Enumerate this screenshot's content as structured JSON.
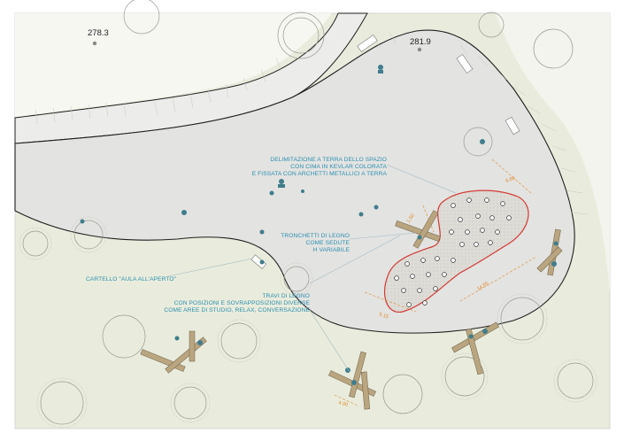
{
  "elevations": [
    {
      "id": "elev-1",
      "value": "278.3"
    },
    {
      "id": "elev-2",
      "value": "281.9"
    }
  ],
  "annotations": {
    "boundary": [
      "DELIMITAZIONE A TERRA DELLO SPAZIO",
      "CON CIMA IN KEVLAR COLORATA",
      "E FISSATA CON ARCHETTI METALLICI A TERRA"
    ],
    "stumps": [
      "TRONCHETTI DI LEGNO",
      "COME SEDUTE",
      "H VARIABILE"
    ],
    "sign": [
      "CARTELLO \"AULA ALL'APERTO\""
    ],
    "beams": [
      "TRAVI DI LEGNO",
      "CON POSIZIONI E SOVRAPPOSIZIONI DIVERSE",
      "COME AREE DI STUDIO, RELAX, CONVERSAZIONE"
    ]
  },
  "dimensions": {
    "d1": "6.60",
    "d2": "1.50",
    "d3": "14.55",
    "d4": "5.15",
    "d5": "4.00"
  },
  "colors": {
    "grass": "#e9ecdc",
    "plaza": "#e3e3e1",
    "wood": "#b9a57f",
    "red_outline": "#d23a32",
    "annotation": "#2b8fb0",
    "dimension": "#e08a2a",
    "people": "#3f7d8c"
  }
}
